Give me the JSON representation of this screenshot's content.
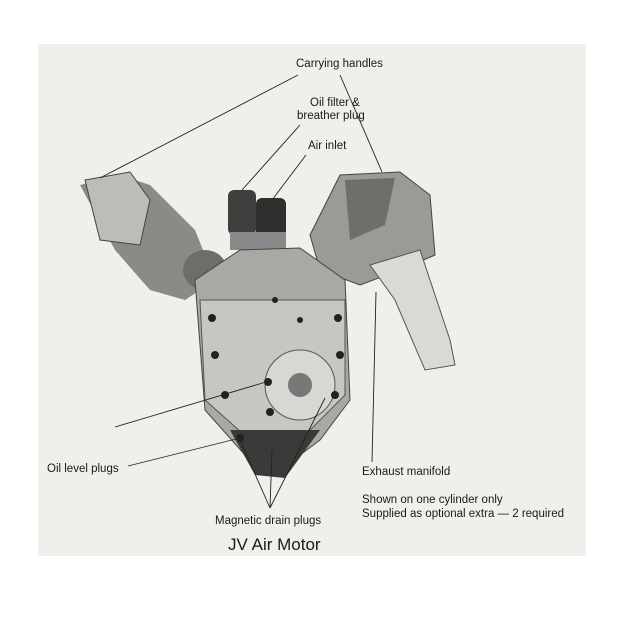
{
  "title": "JV Air Motor",
  "labels": {
    "carrying_handles": "Carrying handles",
    "oil_filter_1": "Oil filter &",
    "oil_filter_2": "breather plug",
    "air_inlet": "Air inlet",
    "oil_level_plugs": "Oil level plugs",
    "exhaust_manifold": "Exhaust manifold",
    "note_1": "Shown on one cylinder only",
    "note_2": "Supplied as optional extra — 2 required",
    "magnetic_drain_plugs": "Magnetic drain plugs"
  },
  "colors": {
    "paper": "#efefec",
    "ink": "#1a1a1a",
    "metal_dark": "#555555",
    "metal_light": "#bdbdb8"
  }
}
